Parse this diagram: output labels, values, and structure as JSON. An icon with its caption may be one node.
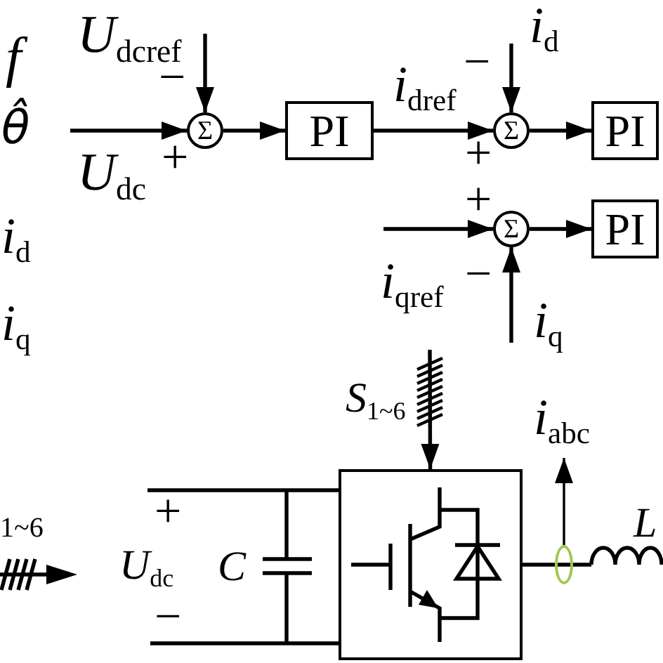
{
  "diagram": {
    "nodes": [
      {
        "text": [
          "Σ"
        ]
      },
      {
        "text": [
          "PI"
        ]
      },
      {
        "text": [
          "Σ"
        ]
      },
      {
        "text": [
          "PI"
        ]
      },
      {
        "text": [
          "Σ"
        ]
      },
      {
        "text": [
          "PI"
        ]
      },
      {
        "text": [],
        "shape": "box"
      },
      {
        "text": [],
        "shape": "ellipse"
      }
    ],
    "edges": [
      {
        "from": null,
        "to": 0,
        "arrow": "to",
        "label": "*U*$_{dcref}$"
      },
      {
        "from": null,
        "to": 0,
        "arrow": "to",
        "label": "*U*$_{dc}$"
      },
      {
        "from": 0,
        "to": 1,
        "arrow": "to"
      },
      {
        "from": 1,
        "to": 2,
        "arrow": "to",
        "label": "*i*$_{dref}$"
      },
      {
        "from": null,
        "to": 2,
        "arrow": "to",
        "label": "*i*$_{d}$"
      },
      {
        "from": 2,
        "to": 3,
        "arrow": "to"
      },
      {
        "from": null,
        "to": 4,
        "arrow": "to",
        "label": "*i*$_{qref}$"
      },
      {
        "from": null,
        "to": 4,
        "arrow": "to",
        "label": "*i*$_{q}$"
      },
      {
        "from": 4,
        "to": 5,
        "arrow": "to"
      },
      {
        "from": null,
        "to": 6,
        "arrow": "to",
        "label": "*S*$_{1~6}$"
      },
      {
        "from": 7,
        "to": null,
        "arrow": "to",
        "label": "*i*$_{abc}$"
      },
      {
        "from": 6,
        "to": 7,
        "arrow": "none"
      }
    ],
    "labels": [
      "f",
      "−",
      "−",
      "θ̂",
      "+",
      "+",
      "+",
      "*i*$_{d}$",
      "−",
      "*i*$_{q}$",
      "1~6",
      "+",
      "*U*$_{dc}$",
      "C",
      "−",
      "L"
    ]
  }
}
